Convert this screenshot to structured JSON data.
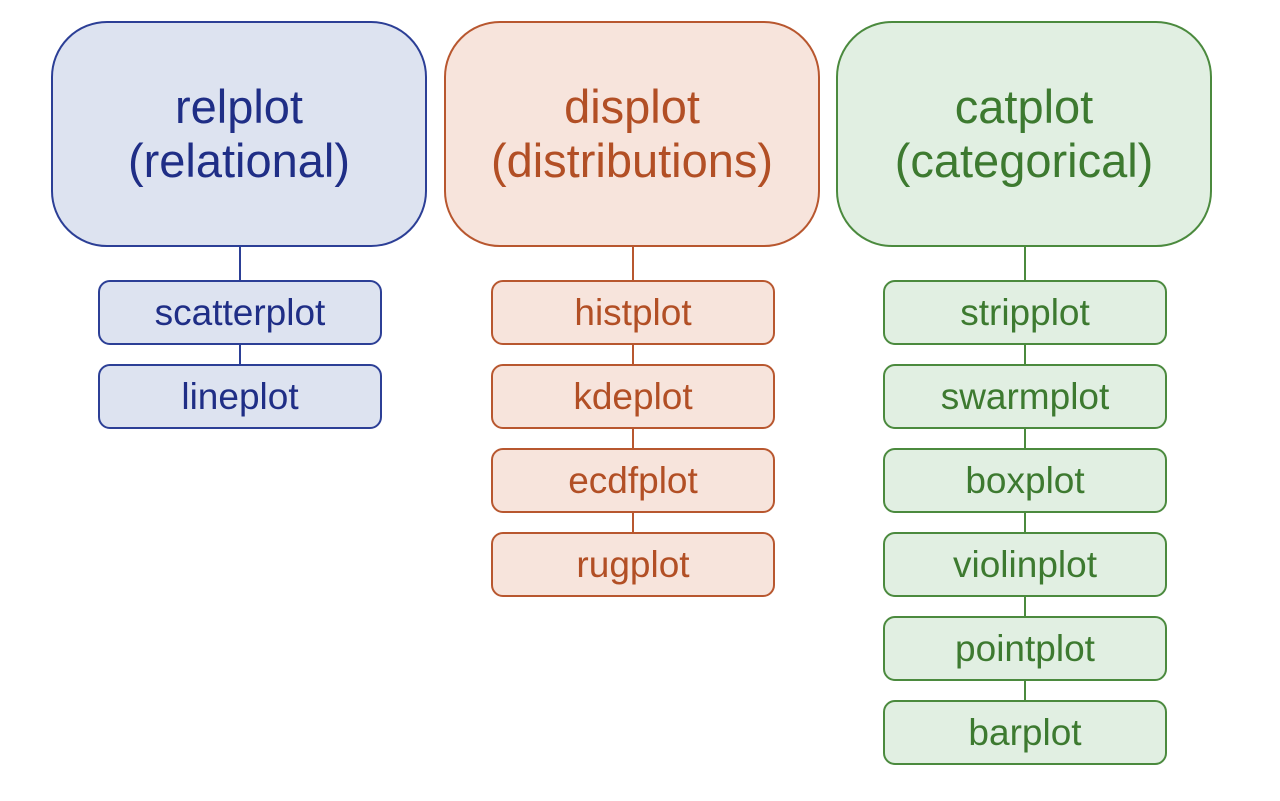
{
  "diagram": {
    "columns": [
      {
        "title": "relplot",
        "subtitle": "(relational)",
        "items": [
          "scatterplot",
          "lineplot"
        ],
        "color": "#2c3f96"
      },
      {
        "title": "displot",
        "subtitle": "(distributions)",
        "items": [
          "histplot",
          "kdeplot",
          "ecdfplot",
          "rugplot"
        ],
        "color": "#b8572f"
      },
      {
        "title": "catplot",
        "subtitle": "(categorical)",
        "items": [
          "stripplot",
          "swarmplot",
          "boxplot",
          "violinplot",
          "pointplot",
          "barplot"
        ],
        "color": "#4b8a3e"
      }
    ]
  }
}
